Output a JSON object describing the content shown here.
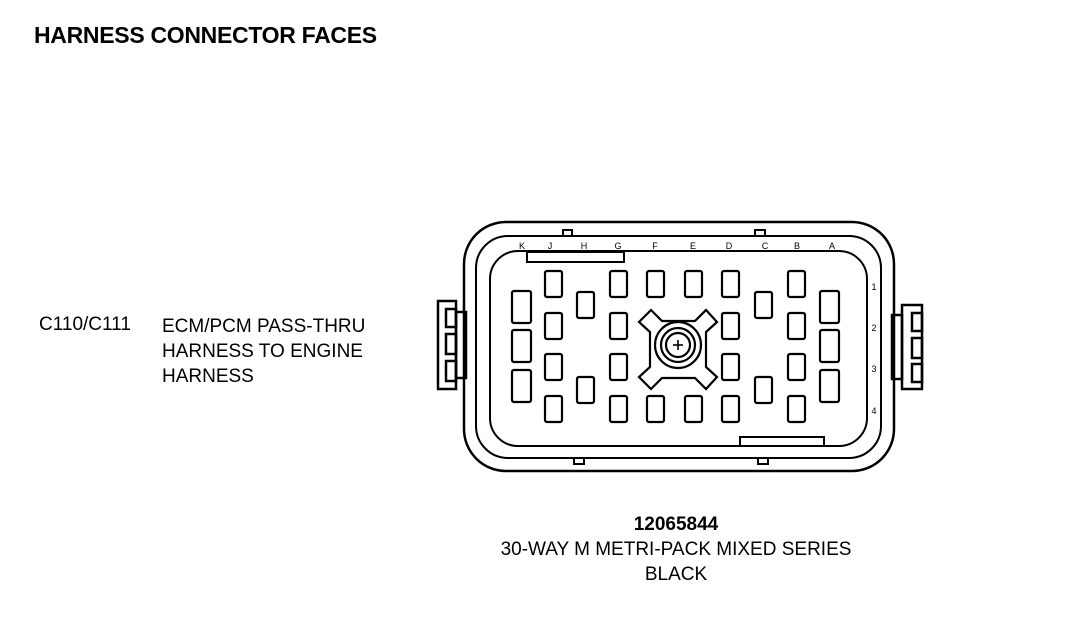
{
  "page_title": "HARNESS CONNECTOR FACES",
  "connector": {
    "id": "C110/C111",
    "description_lines": [
      "ECM/PCM PASS-THRU",
      "HARNESS TO ENGINE",
      "HARNESS"
    ],
    "part_number": "12065844",
    "part_name": "30-WAY M METRI-PACK MIXED SERIES",
    "color": "BLACK",
    "column_labels": [
      "K",
      "J",
      "H",
      "G",
      "F",
      "E",
      "D",
      "C",
      "B",
      "A"
    ],
    "row_labels": [
      "1",
      "2",
      "3",
      "4"
    ]
  }
}
